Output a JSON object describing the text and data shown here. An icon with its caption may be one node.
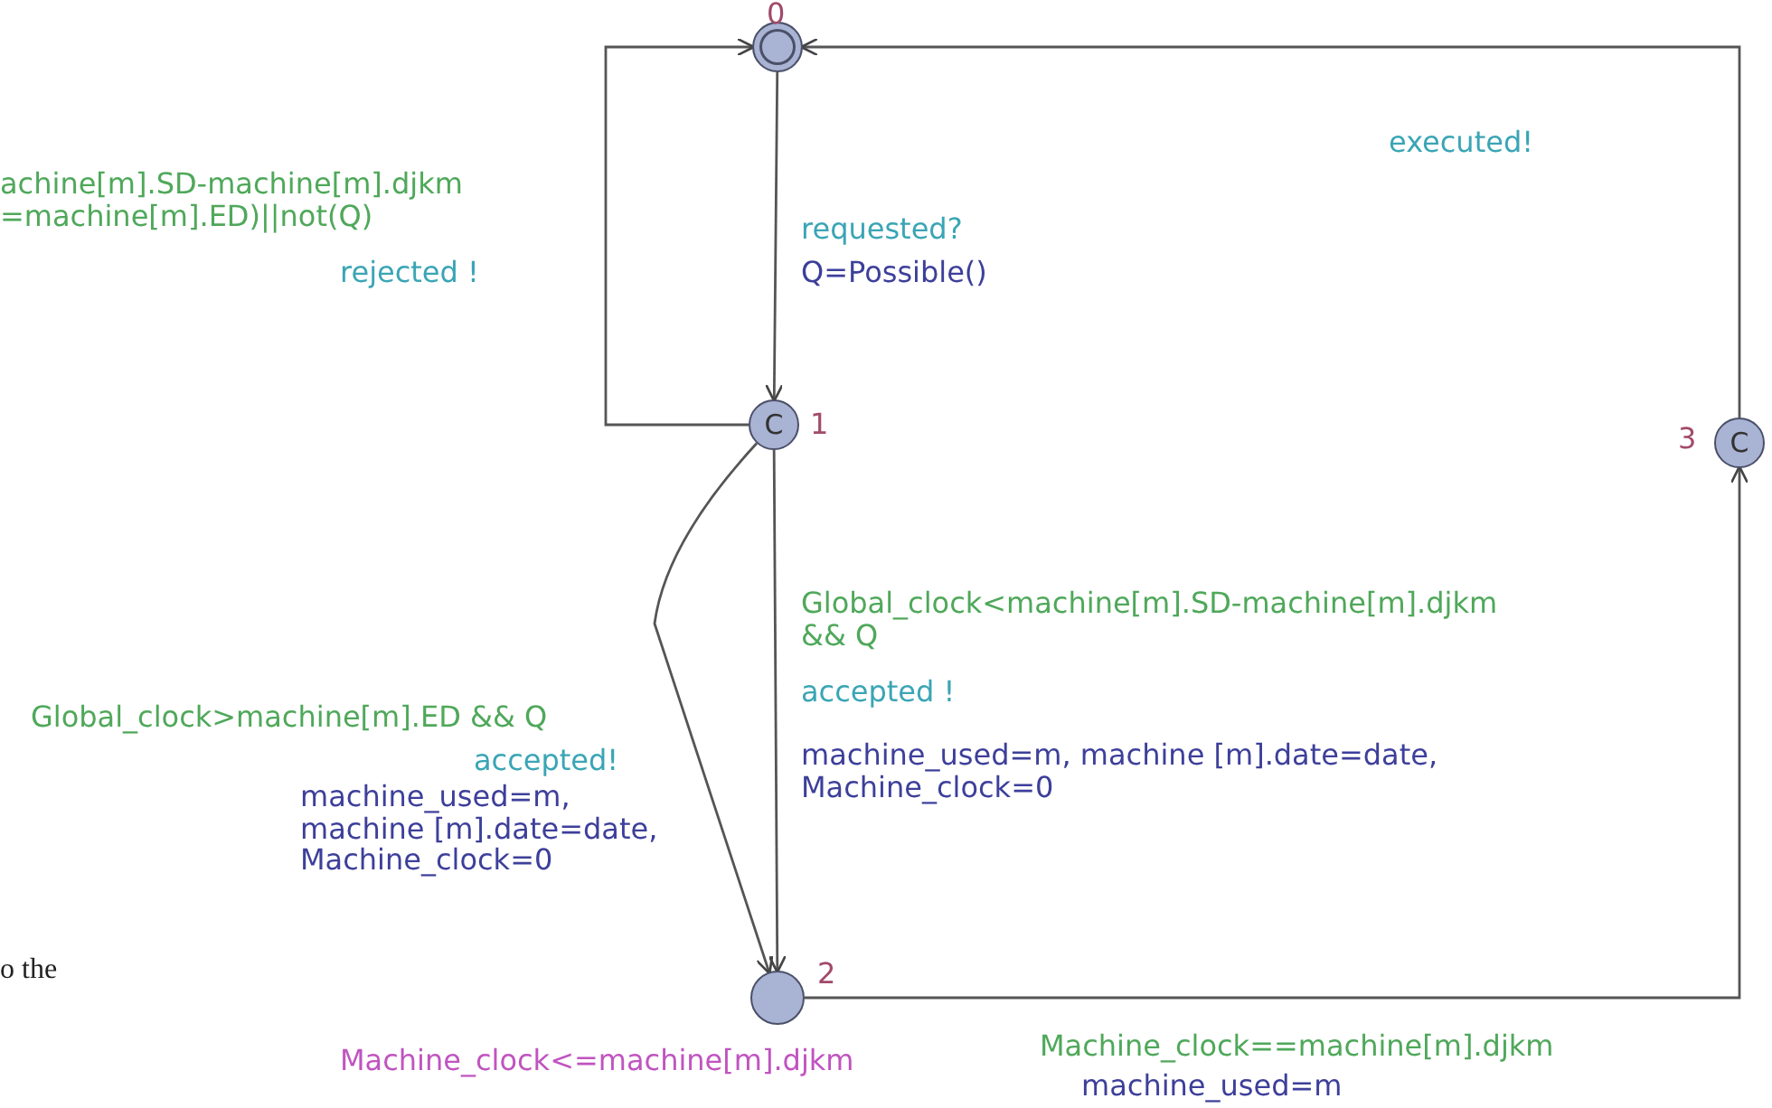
{
  "diagram": {
    "nodes": [
      {
        "text": [],
        "shape": "circle",
        "beside": [
          "0"
        ]
      },
      {
        "text": [
          "C"
        ],
        "beside": [
          "1"
        ]
      },
      {
        "text": [],
        "shape": "circle",
        "beside": [
          "2",
          "Machine_clock<=machine[m].djkm"
        ]
      },
      {
        "text": [
          "C"
        ],
        "beside": [
          "3"
        ]
      }
    ],
    "edges": [
      {
        "from": 1,
        "to": 0,
        "arrow": "to",
        "label": "rejected !"
      },
      {
        "from": 0,
        "to": 1,
        "arrow": "to",
        "label": "requested?"
      },
      {
        "from": 1,
        "to": 2,
        "arrow": "to",
        "label": "accepted!"
      },
      {
        "from": 1,
        "to": 2,
        "arrow": "to",
        "label": "accepted !"
      },
      {
        "from": 2,
        "to": 3,
        "arrow": "to"
      },
      {
        "from": 3,
        "to": 0,
        "arrow": "to",
        "label": "executed!"
      }
    ],
    "labels": [
      "achine[m].SD-machine[m].djkm =machine[m].ED)||not(Q)",
      "Q=Possible()",
      "Global_clock<machine[m].SD-machine[m].djkm && Q",
      "Global_clock>machine[m].ED && Q",
      "machine_used=m, machine [m].date=date, Machine_clock=0",
      "machine_used=m, machine [m].date=date, Machine_clock=0",
      "o the",
      "Machine_clock==machine[m].djkm",
      "machine_used=m"
    ]
  }
}
